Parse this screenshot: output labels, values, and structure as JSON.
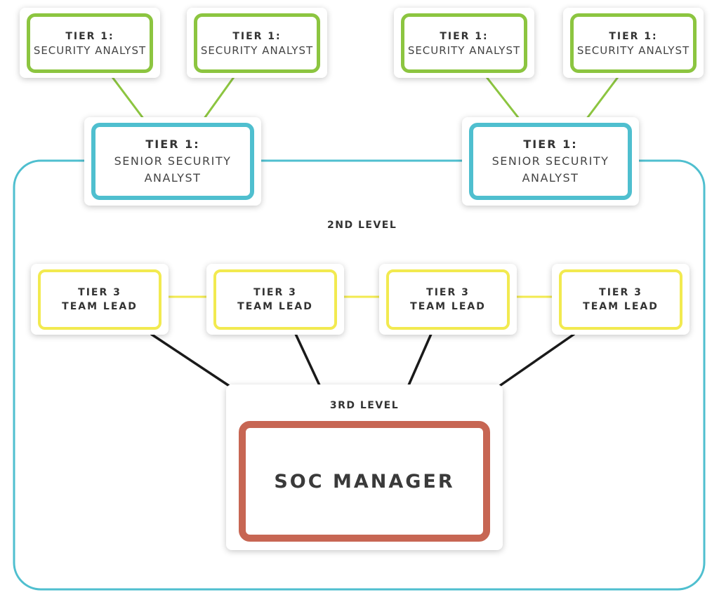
{
  "colors": {
    "tier1_border": "#8cc540",
    "senior_border": "#4fbfcf",
    "lead_border": "#f2ea50",
    "manager_border": "#c76653",
    "connector_dark": "#1a1a1a"
  },
  "tier1_analysts": [
    {
      "tier": "TIER 1:",
      "role": "SECURITY ANALYST"
    },
    {
      "tier": "TIER 1:",
      "role": "SECURITY ANALYST"
    },
    {
      "tier": "TIER 1:",
      "role": "SECURITY ANALYST"
    },
    {
      "tier": "TIER 1:",
      "role": "SECURITY ANALYST"
    }
  ],
  "senior_analysts": [
    {
      "tier": "TIER 1:",
      "role_line1": "SENIOR SECURITY",
      "role_line2": "ANALYST"
    },
    {
      "tier": "TIER 1:",
      "role_line1": "SENIOR SECURITY",
      "role_line2": "ANALYST"
    }
  ],
  "second_level": {
    "label": "2ND LEVEL"
  },
  "team_leads": [
    {
      "tier": "TIER 3",
      "role": "TEAM LEAD"
    },
    {
      "tier": "TIER 3",
      "role": "TEAM LEAD"
    },
    {
      "tier": "TIER 3",
      "role": "TEAM LEAD"
    },
    {
      "tier": "TIER 3",
      "role": "TEAM LEAD"
    }
  ],
  "third_level": {
    "label": "3RD LEVEL",
    "manager": "SOC MANAGER"
  }
}
